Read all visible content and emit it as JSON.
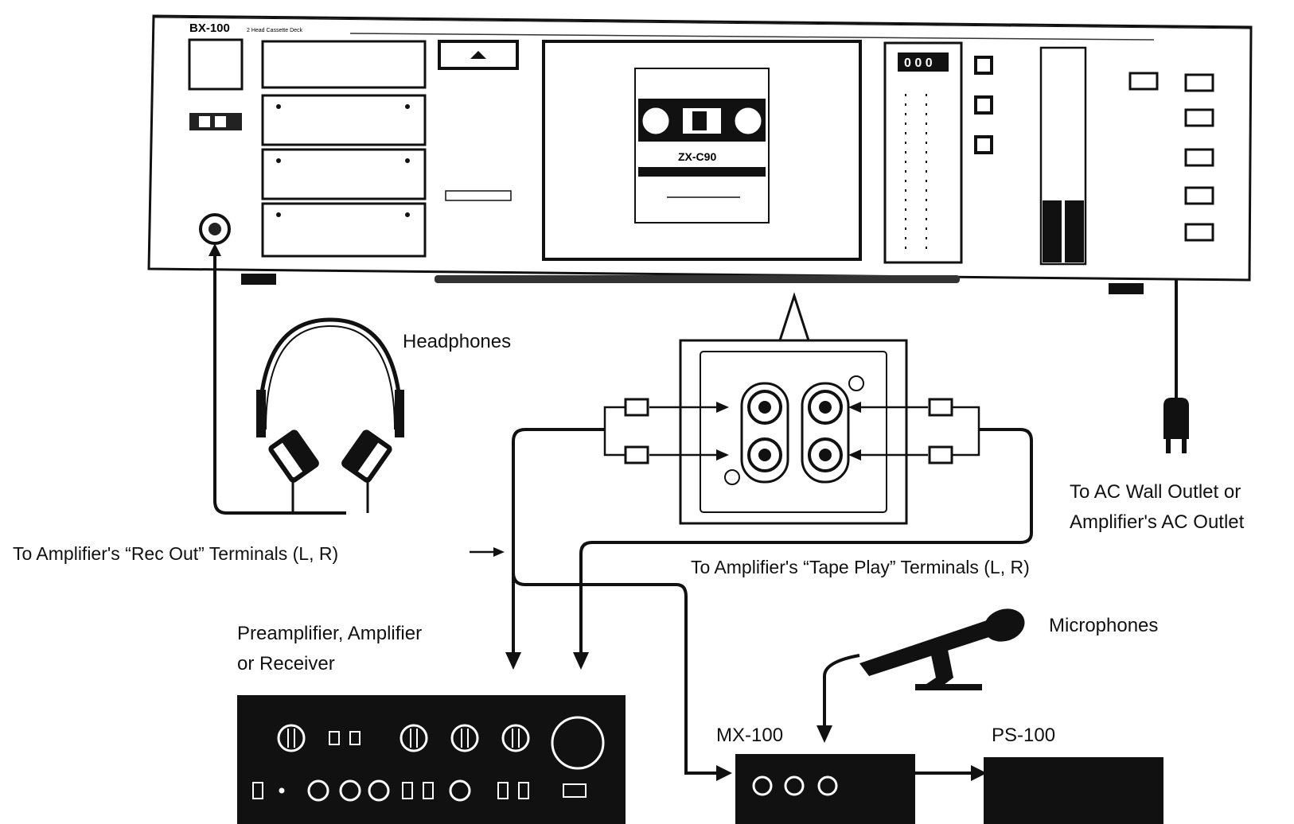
{
  "deck": {
    "model": "BX-100",
    "subtitle": "2 Head Cassette Deck",
    "counter": "0 0 0",
    "cassette_label": "ZX-C90"
  },
  "labels": {
    "headphones": "Headphones",
    "rec_out": "To Amplifier's “Rec Out” Terminals (L, R)",
    "tape_play": "To Amplifier's “Tape Play” Terminals (L, R)",
    "ac_line1": "To AC Wall Outlet or",
    "ac_line2": "Amplifier's AC Outlet",
    "amp_line1": "Preamplifier, Amplifier",
    "amp_line2": "or Receiver",
    "microphones": "Microphones",
    "mixer": "MX-100",
    "power_supply": "PS-100"
  }
}
